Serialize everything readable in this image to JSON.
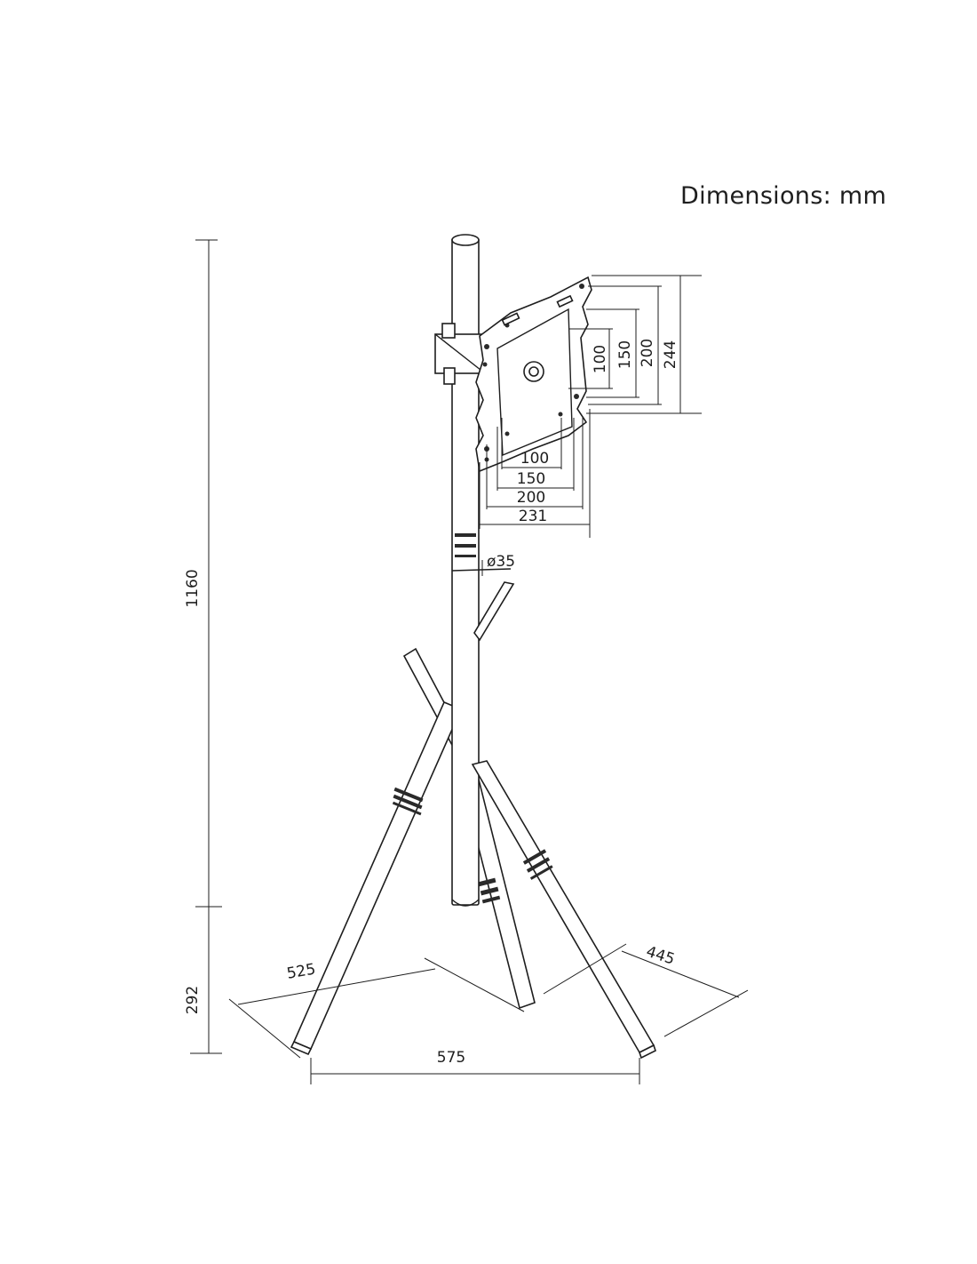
{
  "title": "Dimensions: mm",
  "dimensions": {
    "overall_height": "1160",
    "base_height": "292",
    "base_width": "575",
    "leg_left": "525",
    "leg_right": "445",
    "pole_diameter": "ø35",
    "vesa_horizontal": [
      "100",
      "150",
      "200",
      "231"
    ],
    "vesa_vertical": [
      "100",
      "150",
      "200",
      "244"
    ]
  }
}
